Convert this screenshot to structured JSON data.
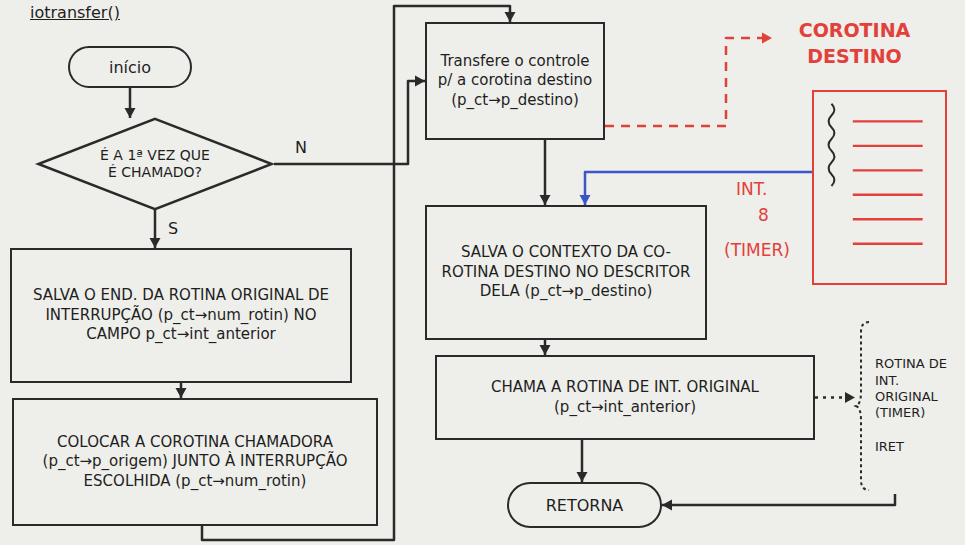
{
  "diagram": {
    "title": "iotransfer()",
    "nodes": [
      {
        "text": [
          "início"
        ]
      },
      {
        "text": [
          "É A 1ª VEZ QUE É CHAMADO?"
        ]
      },
      {
        "text": [
          "SALVA O END. DA ROTINA ORIGINAL DE INTERRUPÇÃO (p_ct→num_rotin) NO CAMPO p_ct→int_anterior"
        ]
      },
      {
        "text": [
          "COLOCAR A COROTINA CHAMADORA (p_ct→p_origem) JUNTO À INTERRUPÇÃO ESCOLHIDA (p_ct→num_rotin)"
        ]
      },
      {
        "text": [
          "Transfere o controle p/ a corotina destino (p_ct→p_destino)"
        ]
      },
      {
        "text": [
          "SALVA O CONTEXTO DA CO-ROTINA DESTINO NO DESCRITOR DELA (p_ct→p_destino)"
        ]
      },
      {
        "text": [
          "CHAMA A ROTINA DE INT. ORIGINAL (p_ct→int_anterior)"
        ]
      },
      {
        "text": [
          "RETORNA"
        ]
      },
      {
        "text": [
          "COROTINA DESTINO"
        ]
      },
      {
        "text": [
          "ROTINA DE INT. ORIGINAL (TIMER)",
          "IRET"
        ]
      }
    ],
    "edges": [
      {
        "from": 0,
        "to": 1,
        "arrow": "to"
      },
      {
        "from": 1,
        "to": 2,
        "label": "S",
        "arrow": "to"
      },
      {
        "from": 1,
        "to": 4,
        "label": "N",
        "arrow": "to"
      },
      {
        "from": 2,
        "to": 3,
        "arrow": "to"
      },
      {
        "from": 3,
        "to": 4,
        "arrow": "to"
      },
      {
        "from": 4,
        "to": 5,
        "arrow": "to"
      },
      {
        "from": 4,
        "to": 8,
        "arrow": "to"
      },
      {
        "from": 8,
        "to": 5,
        "arrow": "to"
      },
      {
        "from": 5,
        "to": 6,
        "arrow": "to"
      },
      {
        "from": 6,
        "to": 9,
        "arrow": "to"
      },
      {
        "from": 9,
        "to": 7,
        "arrow": "to"
      },
      {
        "from": 6,
        "to": 7,
        "arrow": "to"
      }
    ],
    "labels": [
      "INT.",
      "8",
      "(TIMER)"
    ]
  }
}
